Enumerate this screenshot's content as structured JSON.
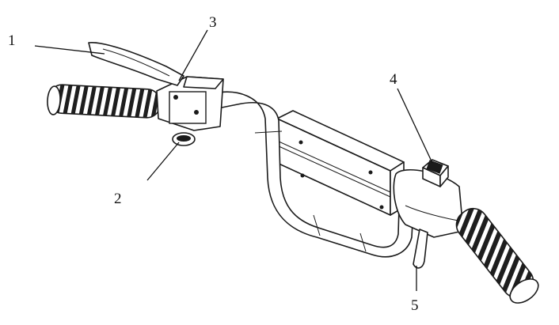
{
  "figure": {
    "callouts": [
      {
        "id": "1",
        "label": "1"
      },
      {
        "id": "2",
        "label": "2"
      },
      {
        "id": "3",
        "label": "3"
      },
      {
        "id": "4",
        "label": "4"
      },
      {
        "id": "5",
        "label": "5"
      }
    ],
    "colors": {
      "ink": "#1a1a1a",
      "background": "#ffffff"
    }
  }
}
